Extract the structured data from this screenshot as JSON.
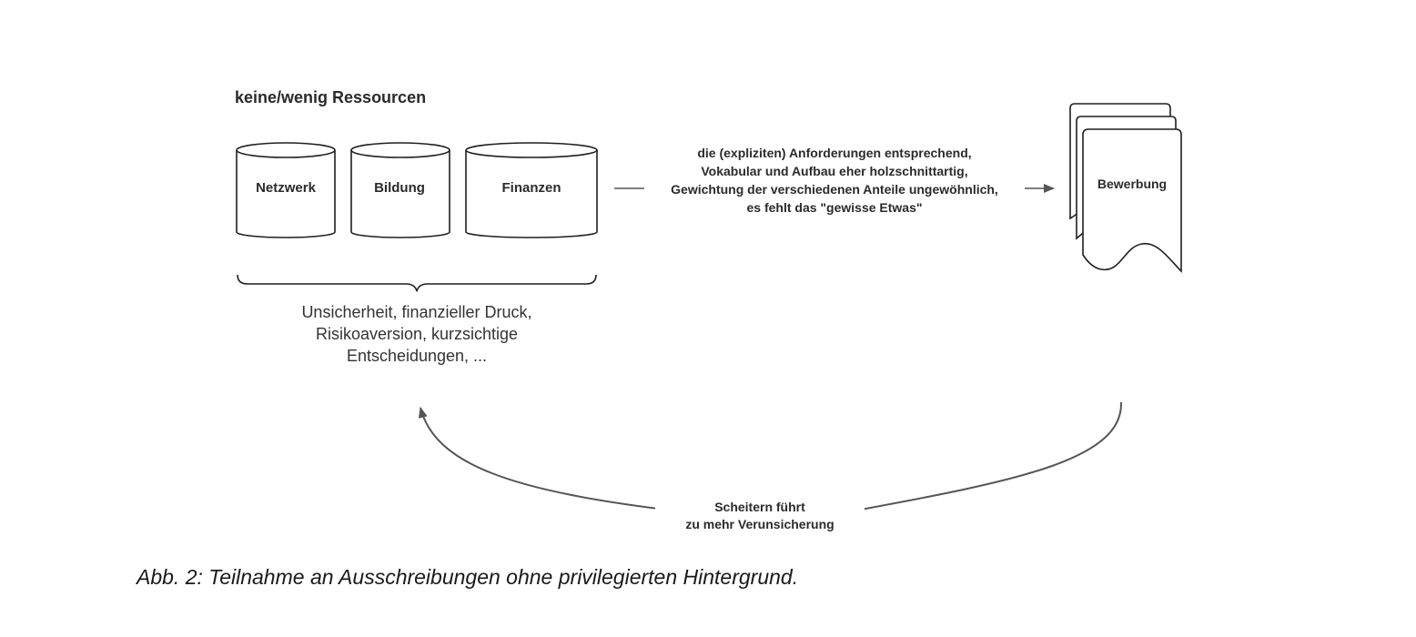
{
  "title": "keine/wenig Ressourcen",
  "resources": [
    {
      "label": "Netzwerk"
    },
    {
      "label": "Bildung"
    },
    {
      "label": "Finanzen"
    }
  ],
  "brace_text": [
    "Unsicherheit, finanzieller Druck,",
    "Risikoaversion, kurzsichtige",
    "Entscheidungen, ..."
  ],
  "arrow_text": [
    "die (expliziten) Anforderungen entsprechend,",
    "Vokabular und Aufbau eher holzschnittartig,",
    "Gewichtung der verschiedenen Anteile ungewöhnlich,",
    "es fehlt das \"gewisse Etwas\""
  ],
  "document_label": "Bewerbung",
  "loop_text": [
    "Scheitern führt",
    "zu mehr Verunsicherung"
  ],
  "caption": "Abb. 2: Teilnahme an Ausschreibungen ohne privilegierten Hintergrund.",
  "colors": {
    "stroke": "#1f1f1f",
    "arrow": "#555555",
    "text": "#2b2b2b"
  }
}
